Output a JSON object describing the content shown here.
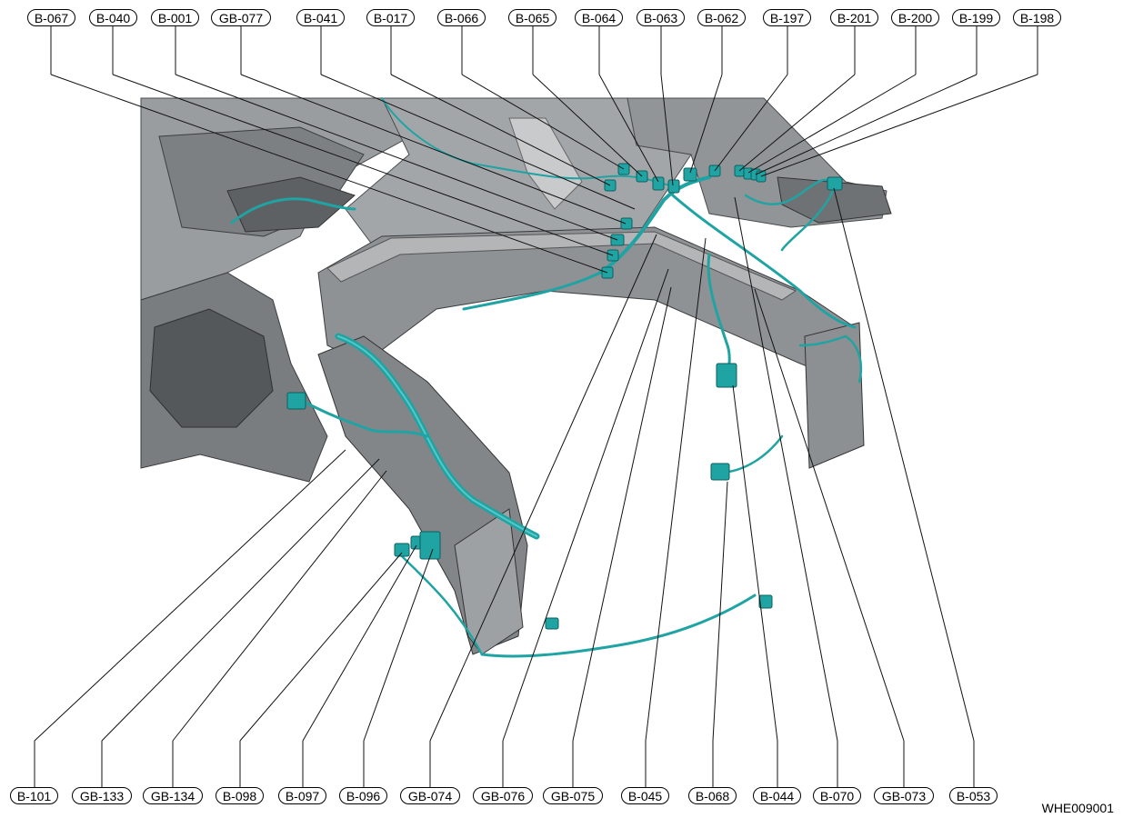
{
  "figure_code": "WHE009001",
  "colors": {
    "harness": "#1fa3a3",
    "harness_dark": "#127a7a",
    "body_metal": "#8a8d90",
    "body_dark": "#5c5f62",
    "body_light": "#b6b8ba",
    "leader": "#111111"
  },
  "top_labels": [
    "B-067",
    "B-040",
    "B-001",
    "GB-077",
    "B-041",
    "B-017",
    "B-066",
    "B-065",
    "B-064",
    "B-063",
    "B-062",
    "B-197",
    "B-201",
    "B-200",
    "B-199",
    "B-198"
  ],
  "bottom_labels": [
    "B-101",
    "GB-133",
    "GB-134",
    "B-098",
    "B-097",
    "B-096",
    "GB-074",
    "GB-076",
    "GB-075",
    "B-045",
    "B-068",
    "B-044",
    "B-070",
    "GB-073",
    "B-053"
  ]
}
